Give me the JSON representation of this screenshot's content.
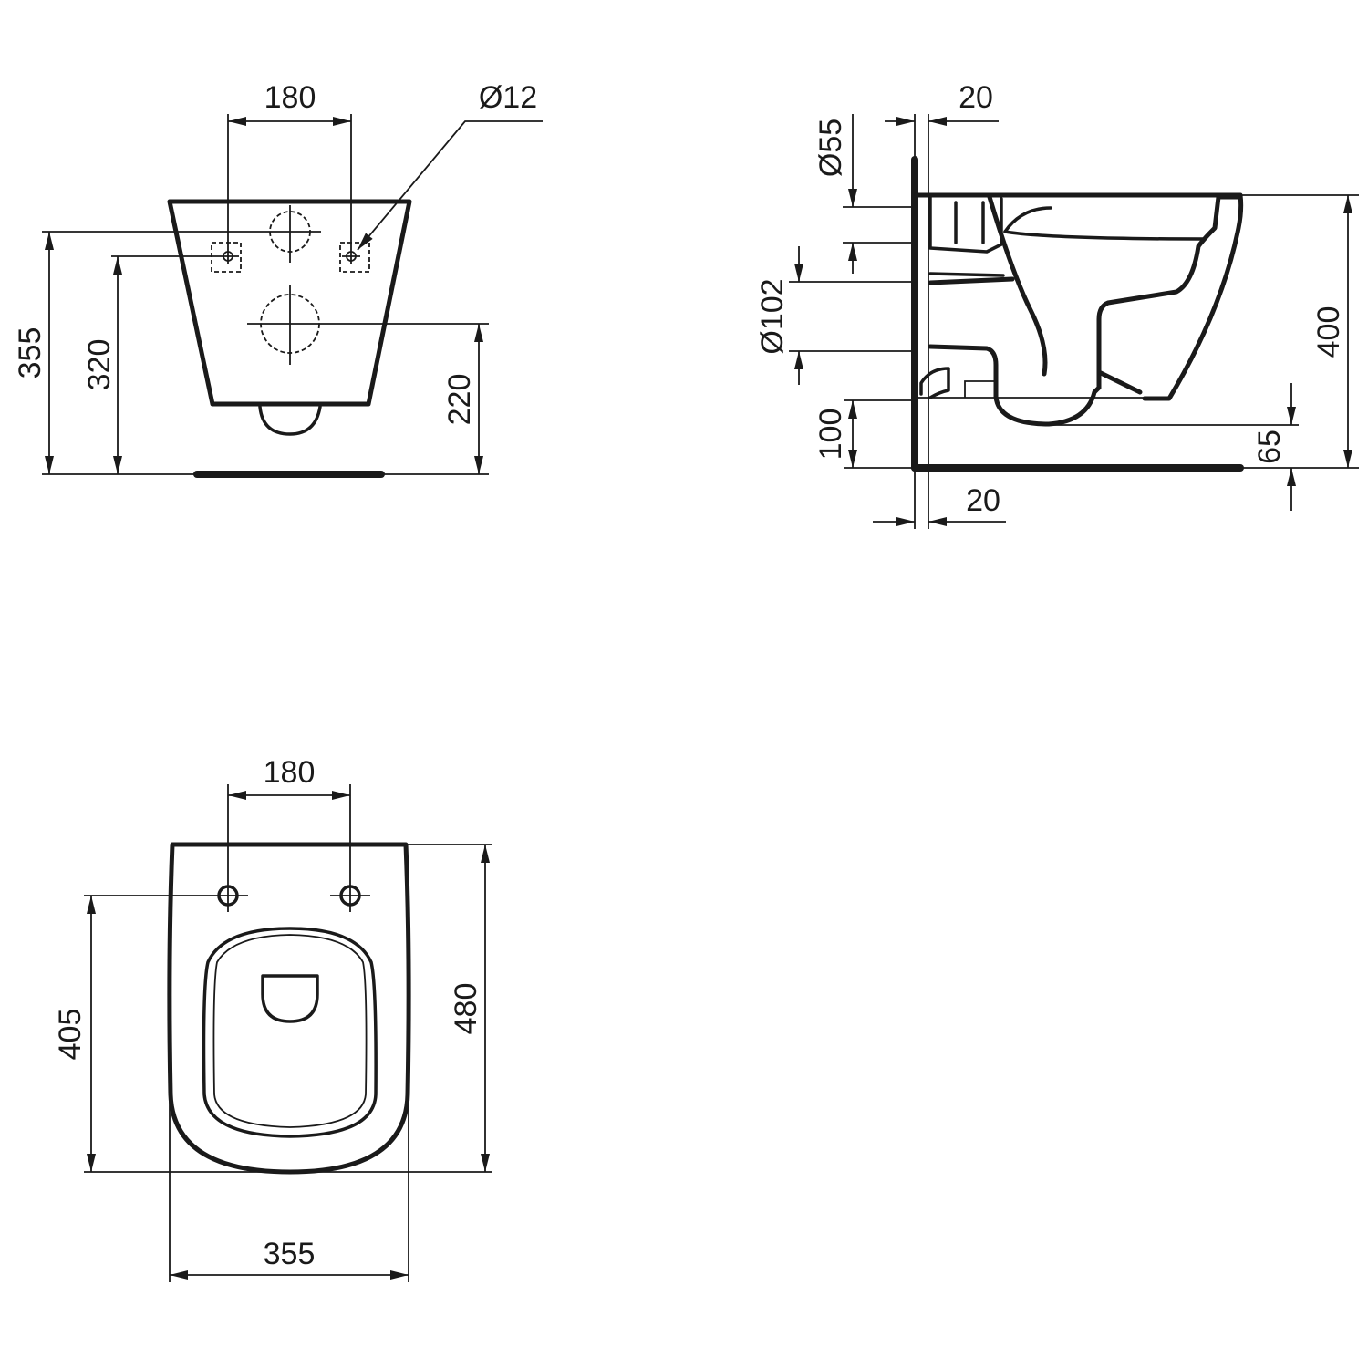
{
  "drawing": {
    "subject": "Wall-hung WC dimension drawing",
    "line_color": "#1a1a1a",
    "background": "#ffffff",
    "views": {
      "rear_view": {
        "labels": {
          "fixing_spacing": "180",
          "fixing_hole_diameter": "Ø12",
          "inlet_height": "355",
          "fixing_height": "320",
          "outlet_height": "220"
        }
      },
      "side_view": {
        "labels": {
          "wall_gap_top": "20",
          "inlet_diameter": "Ø55",
          "outlet_diameter": "Ø102",
          "bottom_clearance": "100",
          "overall_height": "400",
          "trap_clearance": "65",
          "wall_gap_bottom": "20"
        }
      },
      "top_view": {
        "labels": {
          "seat_fixing_spacing": "180",
          "fixing_to_front": "405",
          "overall_depth": "480",
          "overall_width": "355"
        }
      }
    }
  }
}
